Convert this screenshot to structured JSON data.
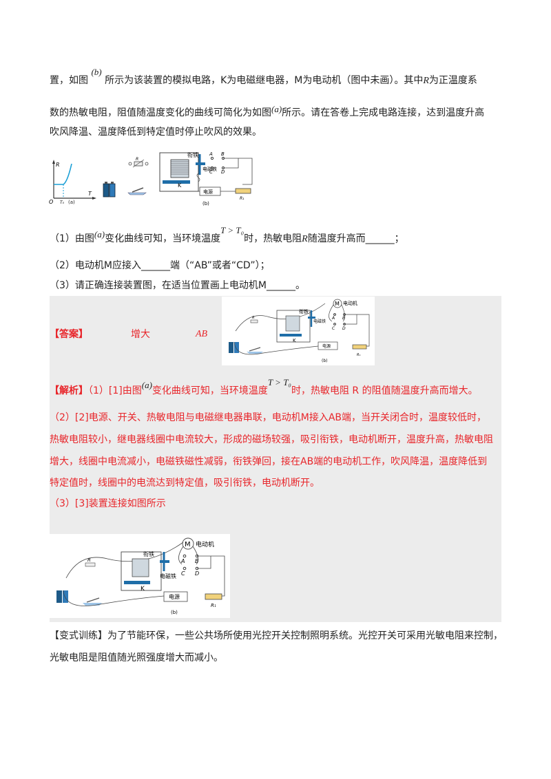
{
  "intro": {
    "line1_a": "置，如图",
    "line1_b": "所示为该装置的模拟电路，K为电磁继电器，M为电动机（图中未画）。其中",
    "line1_R": "R",
    "line1_c": "为正温度系",
    "fig_b": "(b)",
    "line2_a": "数的热敏电阻，阻值随温度变化的曲线可简化为如图",
    "fig_a": "(a)",
    "line2_b": "所示。请在答卷上完成电路连接，达到温度升高",
    "line3": "吹风降温、温度降低到特定值时停止吹风的效果。"
  },
  "figure1": {
    "graph_R": "R",
    "graph_T": "T",
    "graph_O": "O",
    "graph_T0": "T₀",
    "caption_a": "(a)",
    "caption_b": "(b)",
    "armature": "衔铁",
    "magnet": "电磁铁",
    "relay": "K",
    "A": "A",
    "B": "B",
    "C": "C",
    "D": "D",
    "power": "电源",
    "rheostat": "R₁",
    "thermistor": "R"
  },
  "questions": {
    "q1_a": "（1）由图",
    "q1_fig": "(a)",
    "q1_b": "变化曲线可知，当环境温度",
    "q1_cond": "T > T₀",
    "q1_c": "时，热敏电阻",
    "q1_R": "R",
    "q1_d": "随温度升高而______；",
    "q2": "（2）电动机M应接入______端（“AB”或者“CD”）；",
    "q3": "（3）请正确连接装置图，在适当位置画上电动机M______。"
  },
  "answer": {
    "label": "【答案】",
    "a1": "增大",
    "a2": "AB",
    "motor_label": "电动机",
    "motor_symbol": "M"
  },
  "analysis": {
    "label": "【解析】",
    "p1_a": "（1）[1]由图",
    "p1_fig": "(a)",
    "p1_b": "变化曲线可知，当环境温度",
    "p1_cond": "T > T₀",
    "p1_c": "时，热敏电阻 R 的阻值随温度升高而增大。",
    "p2_l1": "（2）[2]电源、开关、热敏电阻与电磁继电器串联，电动机M接入AB端，当开关闭合时，温度较低时，",
    "p2_l2": "热敏电阻较小，继电器线圈中电流较大，形成的磁场较强，吸引衔铁，电动机断开，温度升高，热敏电阻",
    "p2_l3": "增大，线圈中电流减小，电磁铁磁性减弱，衔铁弹回，接在AB端的电动机工作，吹风降温，温度降低到",
    "p2_l4": "特定值时，线圈中的电流达到特定值，吸引衔铁，电动机断开。",
    "p3": "（3）[3]装置连接如图所示"
  },
  "variant": {
    "label": "【变式训练】",
    "l1": "为了节能环保，一些公共场所使用光控开关控制照明系统。光控开关可采用光敏电阻来控制，",
    "l2": "光敏电阻是阻值随光照强度增大而减小。"
  }
}
